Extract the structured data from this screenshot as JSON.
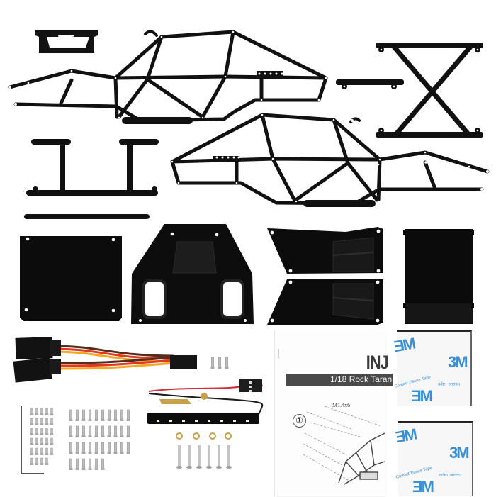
{
  "image": {
    "subject": "RC crawler roll cage / tube chassis kit parts laid out flat",
    "background": "#ffffff",
    "part_color": "#111111"
  },
  "parts": [
    {
      "name": "front-bumper-plate",
      "count": 1
    },
    {
      "name": "side-roll-cage",
      "count": 2
    },
    {
      "name": "rear-light-bar-mount",
      "count": 1
    },
    {
      "name": "x-brace-frame",
      "count": 1
    },
    {
      "name": "side-step-bar-pair",
      "count": 1
    },
    {
      "name": "flat-rail",
      "count": 1
    },
    {
      "name": "square-floor-plate",
      "count": 1
    },
    {
      "name": "skid-plate",
      "count": 1
    },
    {
      "name": "side-panel",
      "count": 2
    },
    {
      "name": "rear-panel",
      "count": 1
    },
    {
      "name": "servo-y-cable",
      "count": 1
    },
    {
      "name": "led-light-bar",
      "count": 1,
      "leds": 8
    },
    {
      "name": "screw-set-small",
      "count": 28
    },
    {
      "name": "screw-set-long",
      "count": 36
    },
    {
      "name": "hex-key",
      "count": 1
    },
    {
      "name": "screw-washer-set",
      "screws": 6,
      "washers": 4
    },
    {
      "name": "loose-screws",
      "count": 3
    },
    {
      "name": "instruction-manual",
      "count": 1
    },
    {
      "name": "3m-tape",
      "count": 2
    }
  ],
  "manual": {
    "brand": "INJ",
    "title": "1/18 Rock Taran",
    "screw_spec": "M1.4x6",
    "step_number": "①"
  },
  "tape": {
    "logo": "3M",
    "logo_mirrored": "ƎM",
    "label": "Coated Tissue Tape",
    "label_short": "Tissue Tape"
  },
  "colors": {
    "wire_brown": "#5a2a1a",
    "wire_red": "#e0391c",
    "wire_orange": "#f5a623",
    "wire_black": "#1b1b1b",
    "led_white": "#f8f8d8",
    "brass": "#c8a04a",
    "tape_blue": "#3b8fd3",
    "steel": "#c9c9c9"
  }
}
